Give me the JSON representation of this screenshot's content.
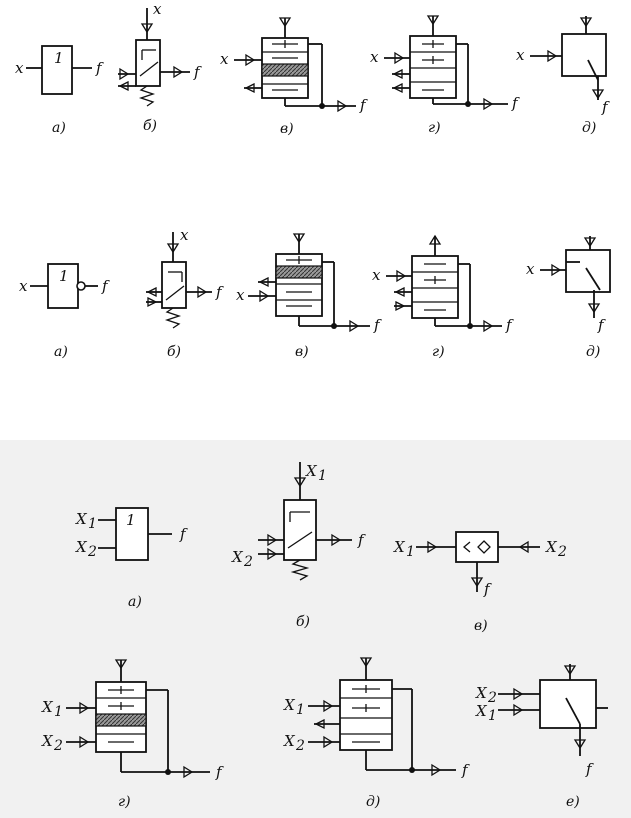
{
  "labels": {
    "x": "x",
    "f": "f",
    "one": "1",
    "x1": "X",
    "x2": "X",
    "sub1": "1",
    "sub2": "2"
  },
  "captions": {
    "a": "а)",
    "b": "б)",
    "v": "в)",
    "g": "г)",
    "d": "д)",
    "e": "е)"
  }
}
